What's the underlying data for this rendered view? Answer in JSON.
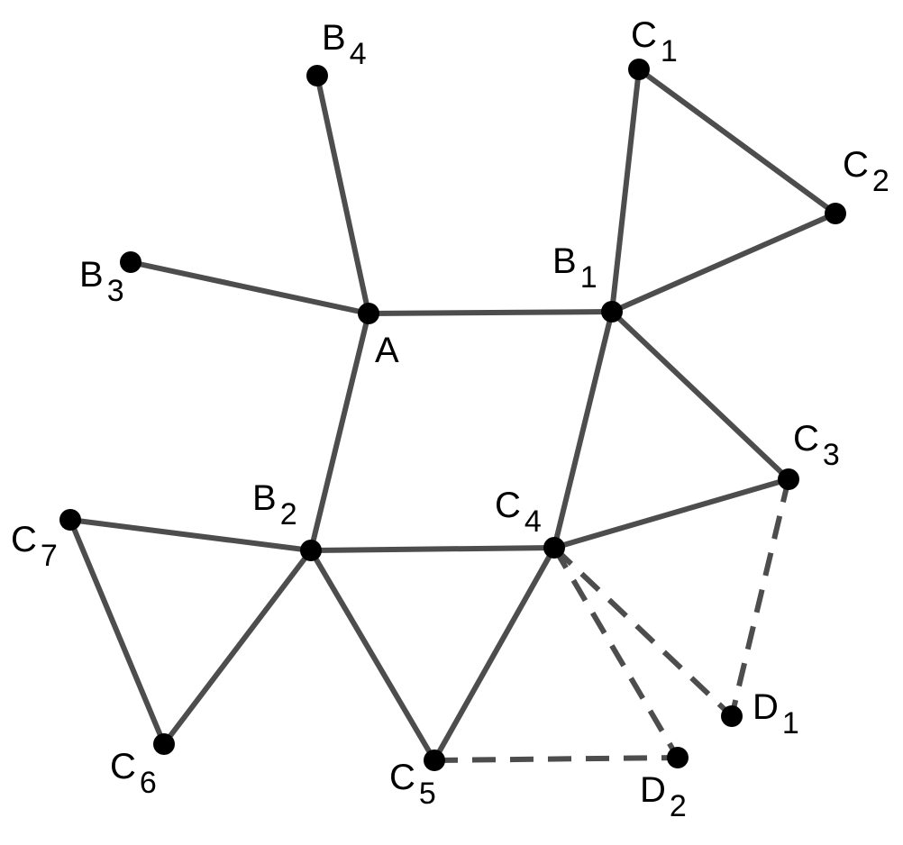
{
  "diagram": {
    "nodes": [
      {
        "id": "A",
        "letter": "A",
        "index": ""
      },
      {
        "id": "B1",
        "letter": "B",
        "index": "1"
      },
      {
        "id": "B2",
        "letter": "B",
        "index": "2"
      },
      {
        "id": "B3",
        "letter": "B",
        "index": "3"
      },
      {
        "id": "B4",
        "letter": "B",
        "index": "4"
      },
      {
        "id": "C1",
        "letter": "C",
        "index": "1"
      },
      {
        "id": "C2",
        "letter": "C",
        "index": "2"
      },
      {
        "id": "C3",
        "letter": "C",
        "index": "3"
      },
      {
        "id": "C4",
        "letter": "C",
        "index": "4"
      },
      {
        "id": "C5",
        "letter": "C",
        "index": "5"
      },
      {
        "id": "C6",
        "letter": "C",
        "index": "6"
      },
      {
        "id": "C7",
        "letter": "C",
        "index": "7"
      },
      {
        "id": "D1",
        "letter": "D",
        "index": "1"
      },
      {
        "id": "D2",
        "letter": "D",
        "index": "2"
      }
    ],
    "edges": [
      {
        "from": "A",
        "to": "B1",
        "style": "solid"
      },
      {
        "from": "A",
        "to": "B2",
        "style": "solid"
      },
      {
        "from": "A",
        "to": "B3",
        "style": "solid"
      },
      {
        "from": "A",
        "to": "B4",
        "style": "solid"
      },
      {
        "from": "B1",
        "to": "C1",
        "style": "solid"
      },
      {
        "from": "B1",
        "to": "C2",
        "style": "solid"
      },
      {
        "from": "C1",
        "to": "C2",
        "style": "solid"
      },
      {
        "from": "B1",
        "to": "C3",
        "style": "solid"
      },
      {
        "from": "B1",
        "to": "C4",
        "style": "solid"
      },
      {
        "from": "C3",
        "to": "C4",
        "style": "solid"
      },
      {
        "from": "B2",
        "to": "C4",
        "style": "solid"
      },
      {
        "from": "B2",
        "to": "C5",
        "style": "solid"
      },
      {
        "from": "C4",
        "to": "C5",
        "style": "solid"
      },
      {
        "from": "B2",
        "to": "C6",
        "style": "solid"
      },
      {
        "from": "B2",
        "to": "C7",
        "style": "solid"
      },
      {
        "from": "C6",
        "to": "C7",
        "style": "solid"
      },
      {
        "from": "C3",
        "to": "D1",
        "style": "dashed"
      },
      {
        "from": "C4",
        "to": "D1",
        "style": "dashed"
      },
      {
        "from": "C4",
        "to": "D2",
        "style": "dashed"
      },
      {
        "from": "C5",
        "to": "D2",
        "style": "dashed"
      }
    ]
  }
}
